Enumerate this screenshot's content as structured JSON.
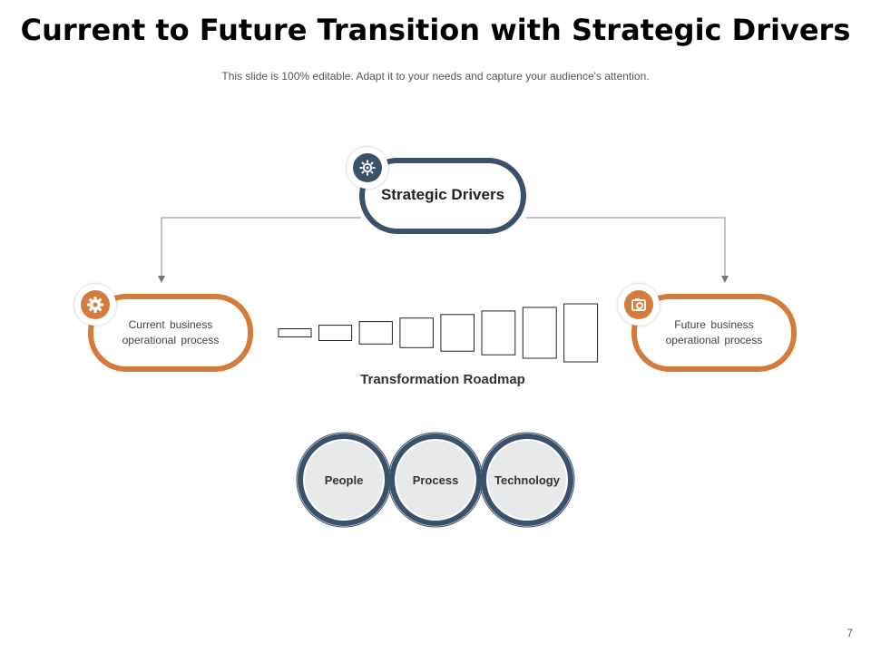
{
  "title": "Current to Future Transition with Strategic Drivers",
  "subtitle": "This slide is 100% editable. Adapt it to your needs and capture your audience's attention.",
  "strategic": {
    "label": "Strategic Drivers",
    "icon": "gear-network-icon"
  },
  "current": {
    "label": "Current business operational process",
    "icon": "gear-icon"
  },
  "future": {
    "label": "Future business operational process",
    "icon": "camera-icon"
  },
  "roadmap": {
    "label": "Transformation Roadmap",
    "steps": 8
  },
  "pillars": [
    {
      "label": "People"
    },
    {
      "label": "Process"
    },
    {
      "label": "Technology"
    }
  ],
  "colors": {
    "navy": "#3b5169",
    "orange": "#d47c3c",
    "connector": "#777777"
  },
  "page_number": "7"
}
